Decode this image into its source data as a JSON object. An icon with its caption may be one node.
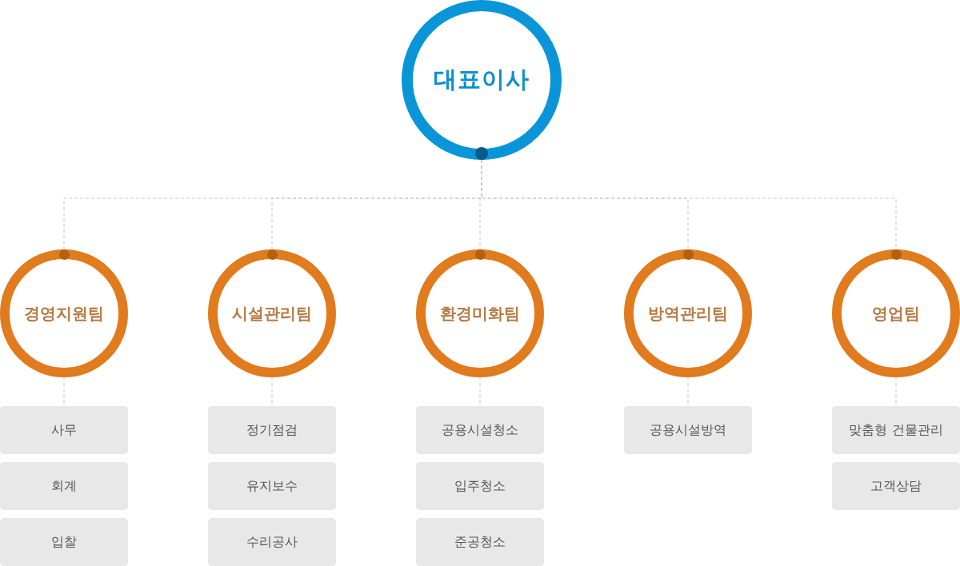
{
  "diagram": {
    "nodes": [
      {
        "text": [
          "대표이사"
        ]
      },
      {
        "text": [
          "경영지원팀"
        ]
      },
      {
        "text": [
          "시설관리팀"
        ]
      },
      {
        "text": [
          "환경미화팀"
        ]
      },
      {
        "text": [
          "방역관리팀"
        ]
      },
      {
        "text": [
          "영업팀"
        ]
      },
      {
        "text": [
          "사무"
        ]
      },
      {
        "text": [
          "회계"
        ]
      },
      {
        "text": [
          "입찰"
        ]
      },
      {
        "text": [
          "정기점검"
        ]
      },
      {
        "text": [
          "유지보수"
        ]
      },
      {
        "text": [
          "수리공사"
        ]
      },
      {
        "text": [
          "공용시설청소"
        ]
      },
      {
        "text": [
          "입주청소"
        ]
      },
      {
        "text": [
          "준공청소"
        ]
      },
      {
        "text": [
          "공용시설방역"
        ]
      },
      {
        "text": [
          "맞춤형 건물관리"
        ]
      },
      {
        "text": [
          "고객상담"
        ]
      }
    ],
    "edges": [
      {
        "from": 0,
        "to": 1,
        "arrow": "none",
        "style": "dashed"
      },
      {
        "from": 0,
        "to": 2,
        "arrow": "none",
        "style": "dashed"
      },
      {
        "from": 0,
        "to": 3,
        "arrow": "none",
        "style": "dashed"
      },
      {
        "from": 0,
        "to": 4,
        "arrow": "none",
        "style": "dashed"
      },
      {
        "from": 0,
        "to": 5,
        "arrow": "none",
        "style": "dashed"
      },
      {
        "from": 1,
        "to": 6,
        "arrow": "none",
        "style": "dashed"
      },
      {
        "from": 2,
        "to": 9,
        "arrow": "none",
        "style": "dashed"
      },
      {
        "from": 3,
        "to": 12,
        "arrow": "none",
        "style": "dashed"
      },
      {
        "from": 4,
        "to": 15,
        "arrow": "none",
        "style": "dashed"
      },
      {
        "from": 5,
        "to": 16,
        "arrow": "none",
        "style": "dashed"
      }
    ]
  }
}
